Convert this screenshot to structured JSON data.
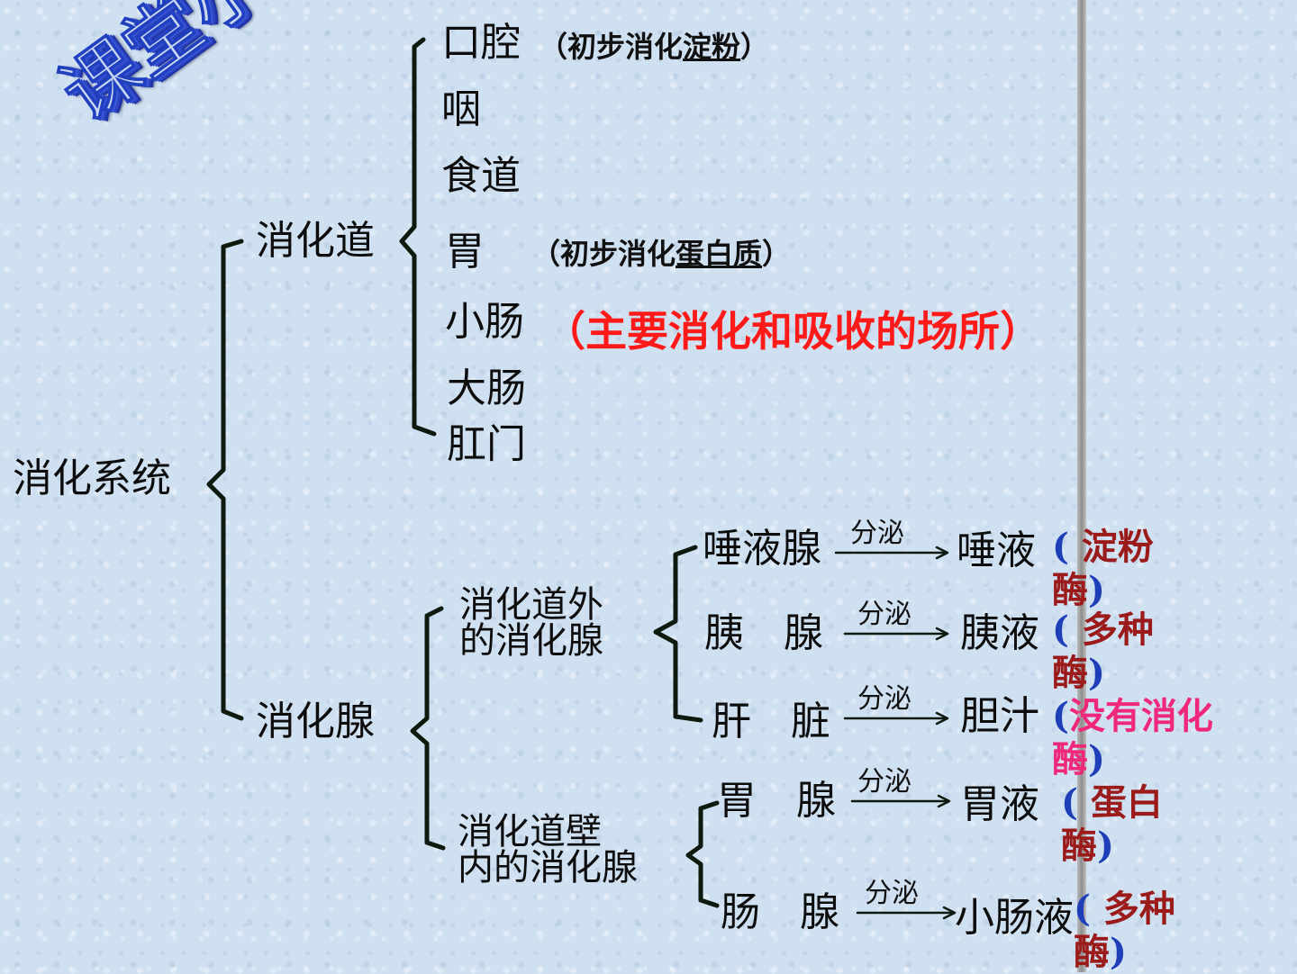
{
  "title": "课堂小结:",
  "root": "消化系统",
  "tract": {
    "label": "消化道",
    "organs": {
      "mouth": "口腔",
      "pharynx": "咽",
      "esophagus": "食道",
      "stomach": "胃",
      "small_intestine": "小肠",
      "large_intestine": "大肠",
      "anus": "肛门"
    },
    "notes": {
      "mouth_pre": "（初步消化",
      "mouth_key": "淀粉",
      "mouth_post": "）",
      "stomach_pre": "（初步消化",
      "stomach_key": "蛋白质",
      "stomach_post": "）",
      "small_intestine": "（主要消化和吸收的场所）"
    }
  },
  "glands": {
    "label": "消化腺",
    "outside": {
      "line1": "消化道外",
      "line2": "的消化腺"
    },
    "inside": {
      "line1": "消化道壁",
      "line2": "内的消化腺"
    },
    "secretes": "分泌",
    "items": [
      {
        "gland": "唾液腺",
        "juice": "唾液",
        "enzyme": "淀粉酶"
      },
      {
        "gland": "胰　腺",
        "juice": "胰液",
        "enzyme": "多种酶"
      },
      {
        "gland": "肝　脏",
        "juice": "胆汁",
        "enzyme": "没有消化酶"
      },
      {
        "gland": "胃　腺",
        "juice": "胃液",
        "enzyme": "蛋白酶"
      },
      {
        "gland": "肠　腺",
        "juice": "小肠液",
        "enzyme": "多种酶"
      }
    ],
    "paren_open": "(",
    "paren_close": ")"
  },
  "colors": {
    "line": "#0e1a0e",
    "enzyme": "#9b1a1a",
    "enzyme_pink": "#f0287a",
    "paren": "#1f3fb8",
    "red_note": "#ff1a1a"
  }
}
